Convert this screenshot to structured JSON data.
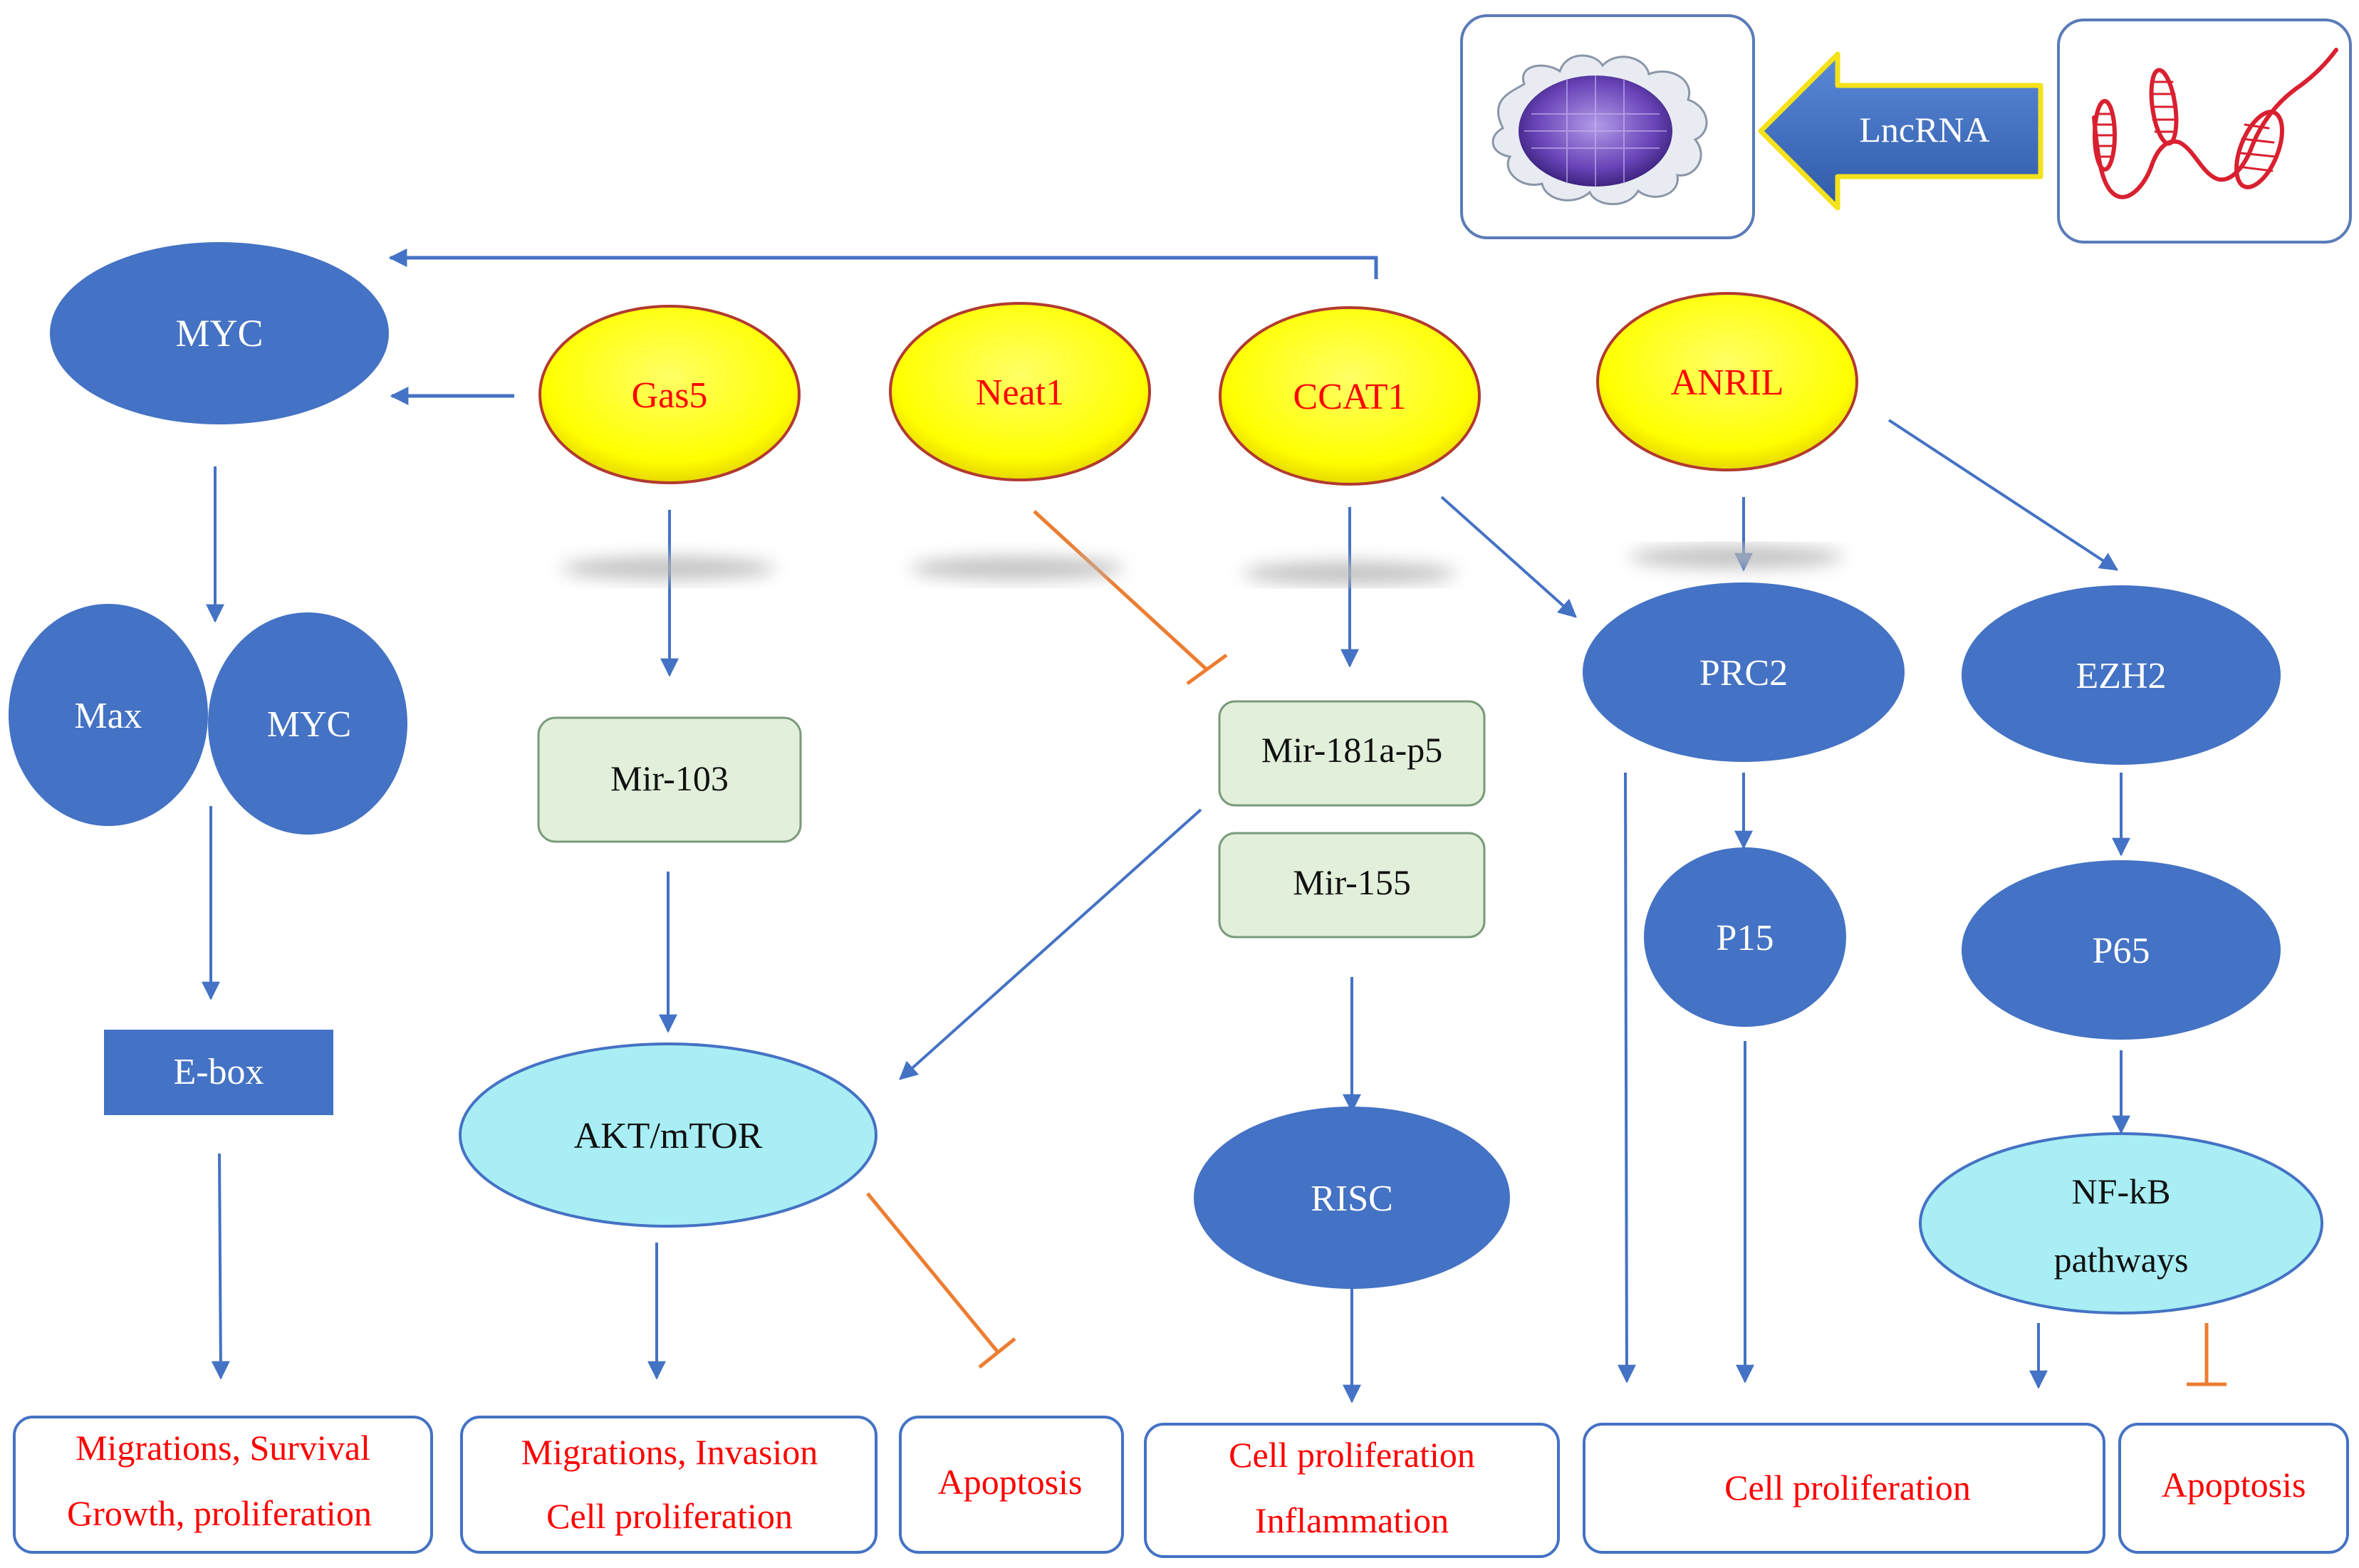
{
  "colors": {
    "node_blue": "#4472C4",
    "node_yellow": "#FFFF00",
    "node_cyan": "#A8EEF4",
    "node_green": "#E2EFDA",
    "arrow_blue": "#4472C4",
    "inhibit_orange": "#ED7D31",
    "text_red": "#FF0000",
    "text_white": "#FFFFFF",
    "text_black": "#111111",
    "strand_red": "#D92030"
  },
  "icons": {
    "cell": "cell-icon",
    "rna": "rna-strand-icon"
  },
  "legend": {
    "arrow_label": "LncRNA"
  },
  "lncrna": {
    "gas5": "Gas5",
    "neat1": "Neat1",
    "ccat1": "CCAT1",
    "anril": "ANRIL"
  },
  "nodes": {
    "myc_top": "MYC",
    "max": "Max",
    "myc_dimer": "MYC",
    "ebox": "E-box",
    "mir103": "Mir-103",
    "akt": "AKT/mTOR",
    "mir181": "Mir-181a-p5",
    "mir155": "Mir-155",
    "risc": "RISC",
    "prc2": "PRC2",
    "p15": "P15",
    "ezh2": "EZH2",
    "p65": "P65",
    "nfkb_line1": "NF-kB",
    "nfkb_line2": "pathways"
  },
  "outcomes": {
    "o1_line1": "Migrations, Survival",
    "o1_line2": "Growth, proliferation",
    "o2_line1": "Migrations, Invasion",
    "o2_line2": "Cell proliferation",
    "o3": "Apoptosis",
    "o4_line1": "Cell proliferation",
    "o4_line2": "Inflammation",
    "o5": "Cell proliferation",
    "o6": "Apoptosis"
  }
}
